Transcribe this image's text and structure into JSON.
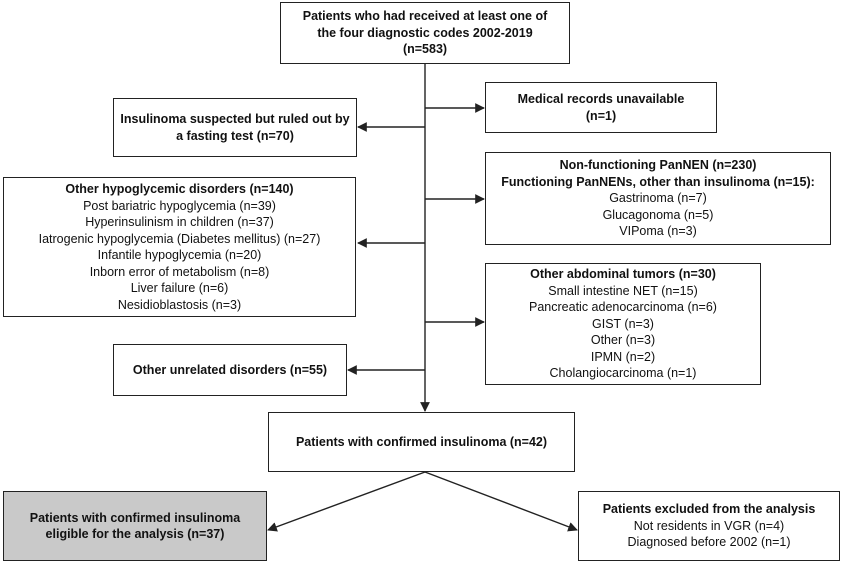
{
  "boxes": {
    "top": {
      "lines": [
        "Patients who had received at least one of",
        "the four diagnostic codes 2002-2019",
        "(n=583)"
      ]
    },
    "insulinoma_ruled_out": {
      "text": "Insulinoma suspected but ruled out by a fasting test (n=70)"
    },
    "medical_records": {
      "title": "Medical records unavailable",
      "count": "(n=1)"
    },
    "panen": {
      "title1": "Non-functioning PanNEN (n=230)",
      "title2": "Functioning PanNENs, other than insulinoma (n=15):",
      "items": [
        "Gastrinoma (n=7)",
        "Glucagonoma (n=5)",
        "VIPoma (n=3)"
      ]
    },
    "hypoglycemic": {
      "title": "Other hypoglycemic disorders (n=140)",
      "items": [
        "Post bariatric hypoglycemia (n=39)",
        "Hyperinsulinism in children (n=37)",
        "Iatrogenic hypoglycemia (Diabetes mellitus) (n=27)",
        "Infantile hypoglycemia (n=20)",
        "Inborn error of metabolism (n=8)",
        "Liver failure (n=6)",
        "Nesidioblastosis (n=3)"
      ]
    },
    "abdominal": {
      "title": "Other abdominal tumors (n=30)",
      "items": [
        "Small intestine NET (n=15)",
        "Pancreatic adenocarcinoma (n=6)",
        "GIST (n=3)",
        "Other (n=3)",
        "IPMN (n=2)",
        "Cholangiocarcinoma (n=1)"
      ]
    },
    "unrelated": {
      "text": "Other unrelated disorders (n=55)"
    },
    "confirmed": {
      "text": "Patients with confirmed insulinoma (n=42)"
    },
    "eligible": {
      "text": "Patients with confirmed insulinoma eligible for the analysis (n=37)"
    },
    "excluded": {
      "title": "Patients excluded from the analysis",
      "items": [
        "Not residents in VGR (n=4)",
        "Diagnosed before 2002 (n=1)"
      ]
    }
  }
}
